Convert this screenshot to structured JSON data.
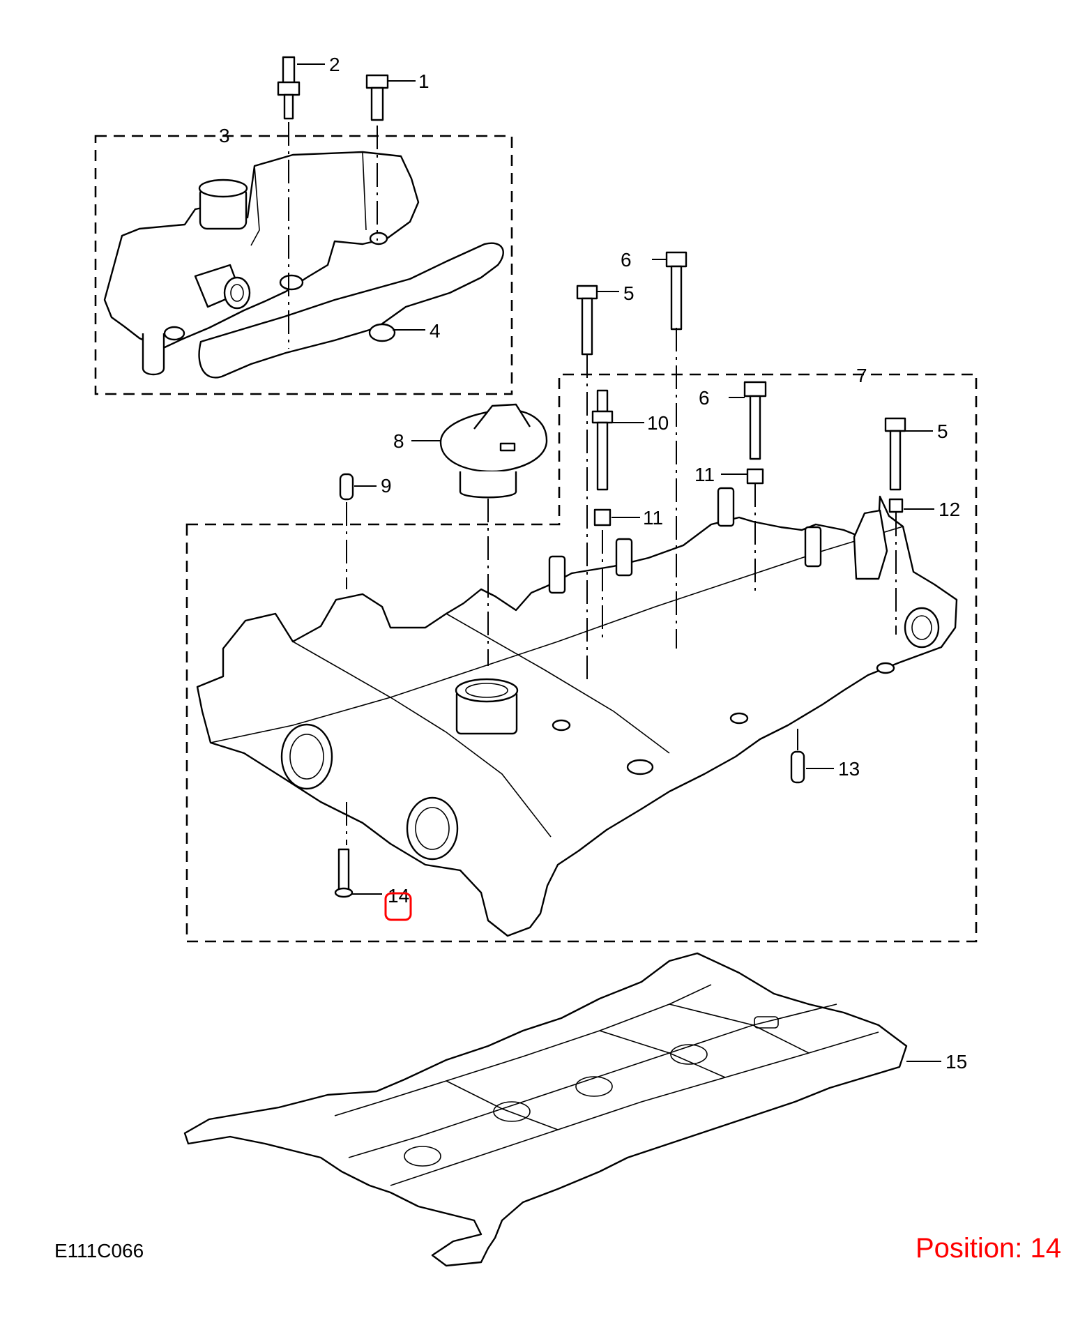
{
  "diagram": {
    "callouts": {
      "c1": "1",
      "c2": "2",
      "c3": "3",
      "c4": "4",
      "c5a": "5",
      "c6a": "6",
      "c7": "7",
      "c6b": "6",
      "c8": "8",
      "c10": "10",
      "c5b": "5",
      "c9": "9",
      "c11a": "11",
      "c12": "12",
      "c11b": "11",
      "c13": "13",
      "c14": "14",
      "c15": "15"
    },
    "drawing_code": "E111C066",
    "position_label": "Position: 14"
  },
  "colors": {
    "line": "#000000",
    "highlight": "#ff0000",
    "background": "#ffffff"
  }
}
